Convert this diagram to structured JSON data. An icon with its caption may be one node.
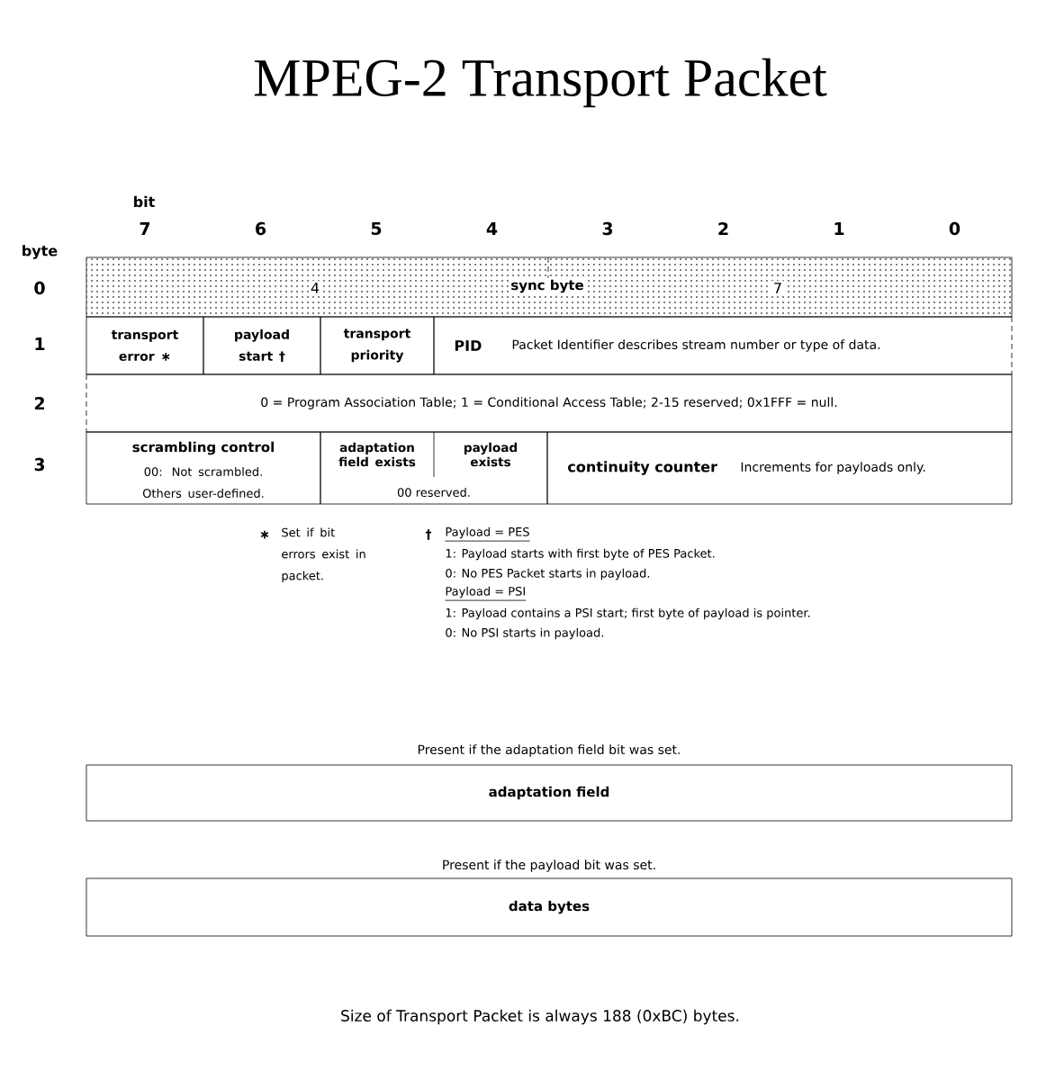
{
  "diagram": {
    "title": "MPEG-2 Transport Packet",
    "caption": "Size of Transport Packet is always 188 (0xBC) bytes.",
    "nodes": [
      {
        "text": [
          "4",
          "sync byte",
          "7"
        ]
      },
      {
        "text": [
          "transport error ∗"
        ]
      },
      {
        "text": [
          "payload start †"
        ]
      },
      {
        "text": [
          "transport priority"
        ]
      },
      {
        "text": [
          "PID",
          "Packet Identifier describes stream number or type of data."
        ]
      },
      {
        "text": [
          "0 = Program Association Table; 1 = Conditional Access Table; 2-15 reserved; 0x1FFF = null."
        ]
      },
      {
        "text": [
          "scrambling control",
          "00: Not scrambled. Others user-defined."
        ]
      },
      {
        "text": [
          "00 reserved."
        ]
      },
      {
        "text": [
          "adaptation field exists"
        ],
        "in": 7
      },
      {
        "text": [
          "payload exists"
        ],
        "in": 7
      },
      {
        "text": [
          "continuity counter",
          "Increments for payloads only."
        ]
      },
      {
        "text": [
          "adaptation field"
        ],
        "beside": [
          "Present if the adaptation field bit was set."
        ]
      },
      {
        "text": [
          "data bytes"
        ],
        "beside": [
          "Present if the payload bit was set."
        ]
      }
    ],
    "labels": [
      "bit",
      "7",
      "6",
      "5",
      "4",
      "3",
      "2",
      "1",
      "0",
      "byte",
      "0",
      "1",
      "2",
      "3",
      "∗",
      "Set if bit errors exist in packet.",
      "†",
      "Payload = PES",
      "1: Payload starts with first byte of PES Packet.",
      "0: No PES Packet starts in payload.",
      "Payload = PSI",
      "1: Payload contains a PSI start; first byte of payload is pointer.",
      "0: No PSI starts in payload."
    ]
  }
}
